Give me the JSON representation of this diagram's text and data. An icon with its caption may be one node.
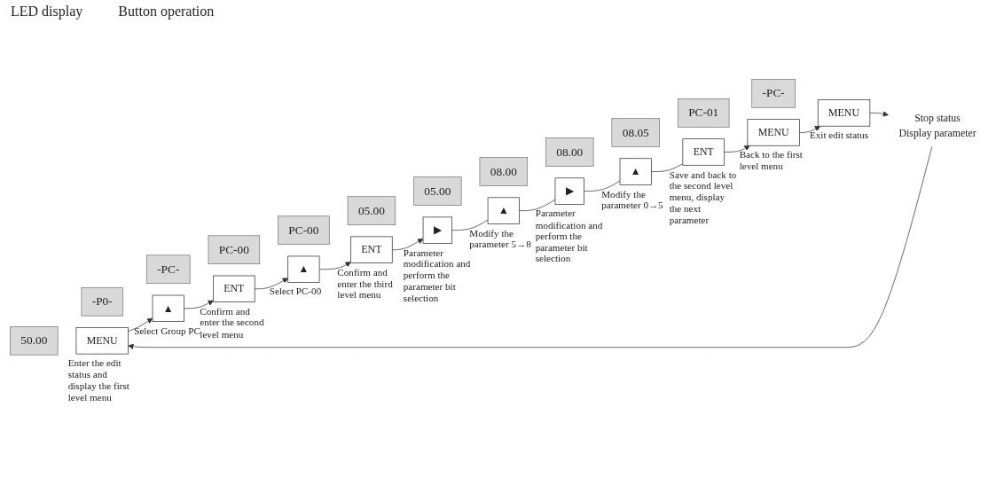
{
  "diagram": {
    "nodes": [
      {
        "text": [
          "50.00"
        ]
      },
      {
        "text": [
          "-P0-"
        ]
      },
      {
        "text": [
          "-PC-"
        ]
      },
      {
        "text": [
          "PC-00"
        ]
      },
      {
        "text": [
          "PC-00"
        ]
      },
      {
        "text": [
          "05.00"
        ]
      },
      {
        "text": [
          "05.00"
        ]
      },
      {
        "text": [
          "Stop status",
          "Display parameter"
        ]
      },
      {
        "text": [
          "MENU"
        ],
        "beside": [
          "Enter the edit status and display the first level menu"
        ]
      },
      {
        "text": [
          "▲"
        ],
        "beside": [
          "Select Group PC"
        ]
      },
      {
        "text": [
          "ENT"
        ],
        "beside": [
          "Confirm and enter the second level menu"
        ]
      },
      {
        "text": [
          "▲"
        ],
        "beside": [
          "Select PC-00"
        ]
      },
      {
        "text": [
          "ENT"
        ],
        "beside": [
          "Confirm and enter the third level menu"
        ]
      },
      {
        "text": [
          "▶"
        ],
        "beside": [
          "Parameter modification and perform the parameter bit selection"
        ]
      },
      {
        "text": [
          "-PC-"
        ]
      },
      {
        "text": [
          "PC-01"
        ]
      },
      {
        "text": [
          "08.05"
        ]
      },
      {
        "text": [
          "08.00"
        ]
      },
      {
        "text": [
          "08.00"
        ]
      },
      {
        "text": [
          "MENU"
        ],
        "beside": [
          "Exit edit status"
        ]
      },
      {
        "text": [
          "MENU"
        ],
        "beside": [
          "Back to the first level menu"
        ]
      },
      {
        "text": [
          "ENT"
        ],
        "beside": [
          "Save and back to the second level menu, display the next parameter"
        ]
      },
      {
        "text": [
          "▲"
        ],
        "beside": [
          "Modify the parameter 0→5"
        ]
      },
      {
        "text": [
          "▶"
        ],
        "beside": [
          "Parameter modification and perform the parameter bit selection"
        ]
      },
      {
        "text": [
          "▲"
        ],
        "beside": [
          "Modify the parameter 5→8"
        ]
      }
    ],
    "edges": [
      {
        "from": 7,
        "to": 8,
        "arrow": "to"
      },
      {
        "from": 8,
        "to": 9,
        "arrow": "to"
      },
      {
        "from": 9,
        "to": 10,
        "arrow": "to"
      },
      {
        "from": 10,
        "to": 11,
        "arrow": "to"
      },
      {
        "from": 11,
        "to": 12,
        "arrow": "to"
      },
      {
        "from": 12,
        "to": 13,
        "arrow": "to"
      },
      {
        "from": 13,
        "to": 24,
        "arrow": "none"
      },
      {
        "from": 24,
        "to": 23,
        "arrow": "none"
      },
      {
        "from": 23,
        "to": 22,
        "arrow": "none"
      },
      {
        "from": 22,
        "to": 21,
        "arrow": "none"
      },
      {
        "from": 21,
        "to": 20,
        "arrow": "to"
      },
      {
        "from": 20,
        "to": 19,
        "arrow": "to"
      },
      {
        "from": 19,
        "to": 7,
        "arrow": "to"
      }
    ],
    "labels": [
      "LED display",
      "Button operation"
    ]
  }
}
